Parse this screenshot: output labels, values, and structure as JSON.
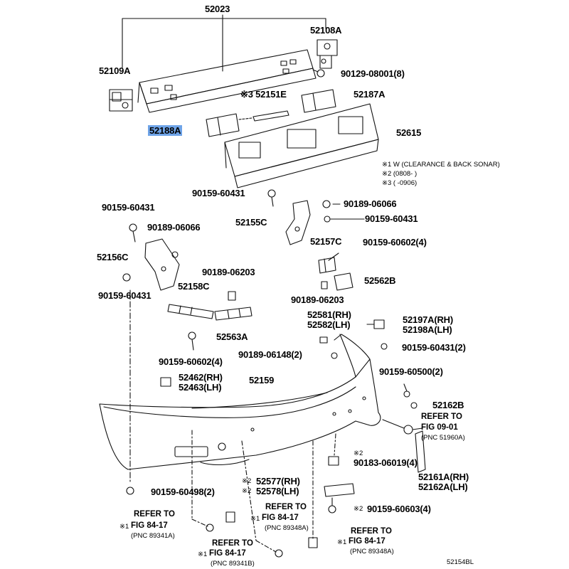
{
  "diagram": {
    "parts": {
      "p52023": "52023",
      "p52108A": "52108A",
      "p52109A": "52109A",
      "p90129": "90129-08001(8)",
      "p52151E": "※3 52151E",
      "p52187A": "52187A",
      "p52188A": "52188A",
      "p52615": "52615",
      "p90159_60431_a": "90159-60431",
      "p90189_06066_a": "90189-06066",
      "p90159_60431_b": "90159-60431",
      "p52155C": "52155C",
      "p90159_60431_c": "90159-60431",
      "p90189_06066_b": "90189-06066",
      "p52156C": "52156C",
      "p90159_60431_d": "90159-60431",
      "p52157C": "52157C",
      "p90159_60602_a": "90159-60602(4)",
      "p90189_06203_a": "90189-06203",
      "p52158C": "52158C",
      "p52562B": "52562B",
      "p90189_06203_b": "90189-06203",
      "p52563A": "52563A",
      "p52581": "52581(RH)",
      "p52582": "52582(LH)",
      "p52197A": "52197A(RH)",
      "p52198A": "52198A(LH)",
      "p90159_60602_b": "90159-60602(4)",
      "p90189_06148": "90189-06148(2)",
      "p90159_60431_e": "90159-60431(2)",
      "p52462": "52462(RH)",
      "p52463": "52463(LH)",
      "p52159": "52159",
      "p90159_60500": "90159-60500(2)",
      "p52162B": "52162B",
      "p90183": "90183-06019(4)",
      "p52161A": "52161A(RH)",
      "p52162A": "52162A(LH)",
      "p52577": "52577(RH)",
      "p52578": "52578(LH)",
      "p90159_60498": "90159-60498(2)",
      "p90159_60603": "90159-60603(4)"
    },
    "marks": {
      "m2_52577": "※2",
      "m2_52578": "※2",
      "m2_90183": "※2",
      "m2_90159_60603": "※2",
      "m1_ref_a": "※1",
      "m1_ref_b": "※1",
      "m1_ref_c": "※1",
      "m1_ref_d": "※1"
    },
    "notes": {
      "n1": "※1 W (CLEARANCE & BACK SONAR)",
      "n2": "※2 (0808-        )",
      "n3": "※3 (        -0906)"
    },
    "refs": {
      "r1_l1": "REFER TO",
      "r1_l2": "FIG 09-01",
      "r1_l3": "(PNC 51960A)",
      "r2_l1": "REFER TO",
      "r2_l2": "FIG 84-17",
      "r2_l3": "(PNC 89341A)",
      "r3_l1": "REFER TO",
      "r3_l2": "FIG 84-17",
      "r3_l3": "(PNC 89348A)",
      "r4_l1": "REFER TO",
      "r4_l2": "FIG 84-17",
      "r4_l3": "(PNC 89341B)",
      "r5_l1": "REFER TO",
      "r5_l2": "FIG 84-17",
      "r5_l3": "(PNC 89348A)"
    },
    "figure_id": "52154BL",
    "highlight_color": "#6fa4e8"
  }
}
